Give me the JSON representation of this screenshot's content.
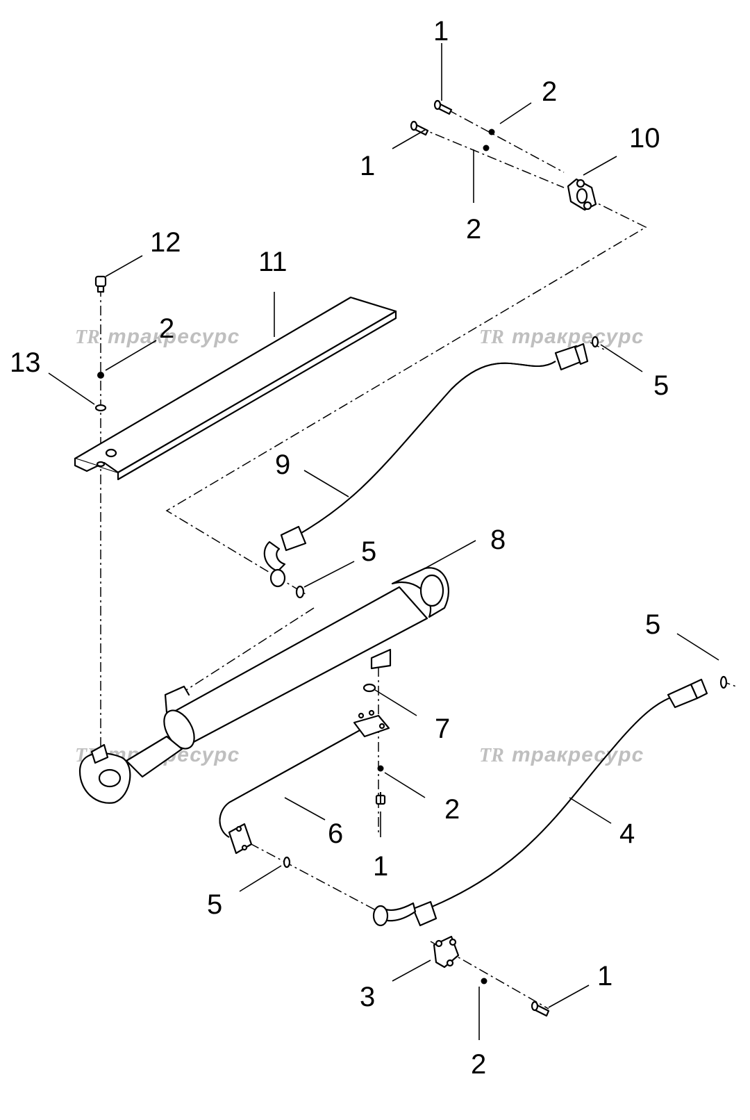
{
  "watermark": {
    "logo": "TR",
    "text": "тракресурс"
  },
  "callouts": [
    {
      "id": "c1a",
      "text": "1"
    },
    {
      "id": "c2a",
      "text": "2"
    },
    {
      "id": "c10",
      "text": "10"
    },
    {
      "id": "c1b",
      "text": "1"
    },
    {
      "id": "c2b",
      "text": "2"
    },
    {
      "id": "c12",
      "text": "12"
    },
    {
      "id": "c11",
      "text": "11"
    },
    {
      "id": "c2c",
      "text": "2"
    },
    {
      "id": "c13",
      "text": "13"
    },
    {
      "id": "c5a",
      "text": "5"
    },
    {
      "id": "c9",
      "text": "9"
    },
    {
      "id": "c8",
      "text": "8"
    },
    {
      "id": "c5b",
      "text": "5"
    },
    {
      "id": "c5c",
      "text": "5"
    },
    {
      "id": "c7",
      "text": "7"
    },
    {
      "id": "c2d",
      "text": "2"
    },
    {
      "id": "c6",
      "text": "6"
    },
    {
      "id": "c4",
      "text": "4"
    },
    {
      "id": "c1c",
      "text": "1"
    },
    {
      "id": "c5d",
      "text": "5"
    },
    {
      "id": "c3",
      "text": "3"
    },
    {
      "id": "c1d",
      "text": "1"
    },
    {
      "id": "c2e",
      "text": "2"
    }
  ]
}
